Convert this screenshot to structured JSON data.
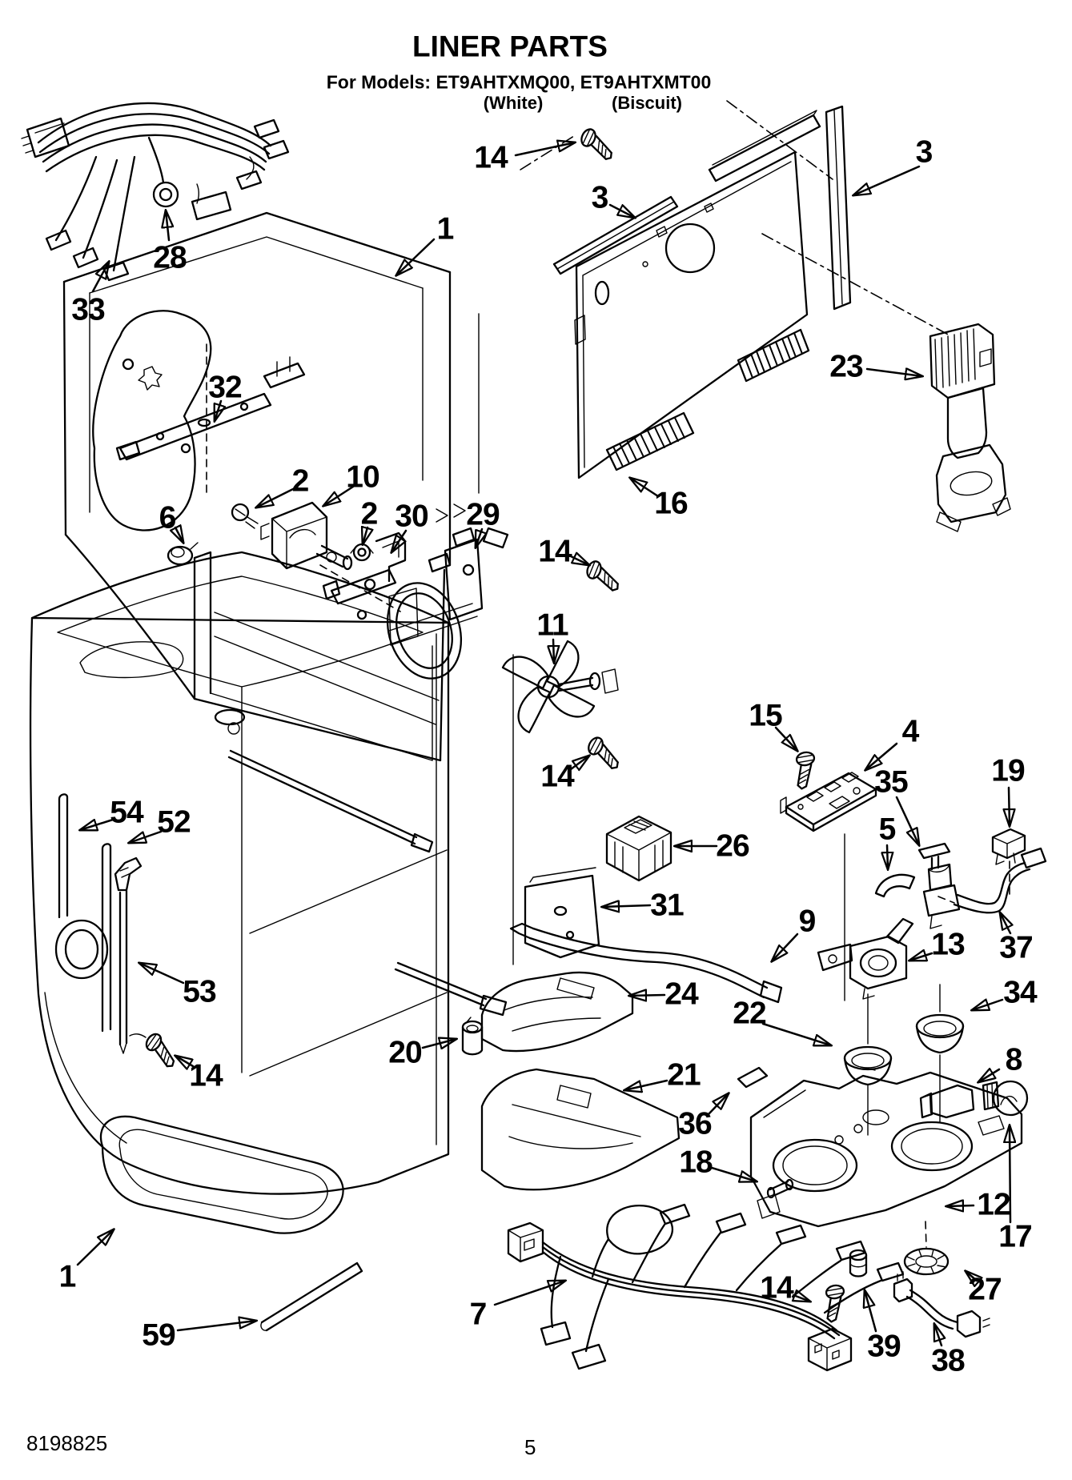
{
  "header": {
    "title": "LINER PARTS",
    "models_line": "For Models: ET9AHTXMQ00, ET9AHTXMT00",
    "color_left": "(White)",
    "color_right": "(Biscuit)"
  },
  "footer": {
    "part_number": "8198825",
    "page_number": "5"
  },
  "colors": {
    "ink": "#000000",
    "paper": "#ffffff"
  },
  "callouts": {
    "c1_freezer": "1",
    "c1_cabinet": "1",
    "c2_screw": "2",
    "c2_nut": "2",
    "c3_left": "3",
    "c3_right": "3",
    "c4": "4",
    "c5": "5",
    "c6": "6",
    "c7": "7",
    "c8": "8",
    "c9": "9",
    "c10": "10",
    "c11": "11",
    "c12": "12",
    "c13": "13",
    "c14_panel": "14",
    "c14_shroud": "14",
    "c14_fan": "14",
    "c14_tube": "14",
    "c14_housing": "14",
    "c15": "15",
    "c16": "16",
    "c17": "17",
    "c18": "18",
    "c19": "19",
    "c20": "20",
    "c21": "21",
    "c22": "22",
    "c23": "23",
    "c24": "24",
    "c26": "26",
    "c27": "27",
    "c28": "28",
    "c29": "29",
    "c30": "30",
    "c31": "31",
    "c32": "32",
    "c33": "33",
    "c34": "34",
    "c35": "35",
    "c36": "36",
    "c37": "37",
    "c38": "38",
    "c39": "39",
    "c52": "52",
    "c53": "53",
    "c54": "54",
    "c59": "59"
  }
}
